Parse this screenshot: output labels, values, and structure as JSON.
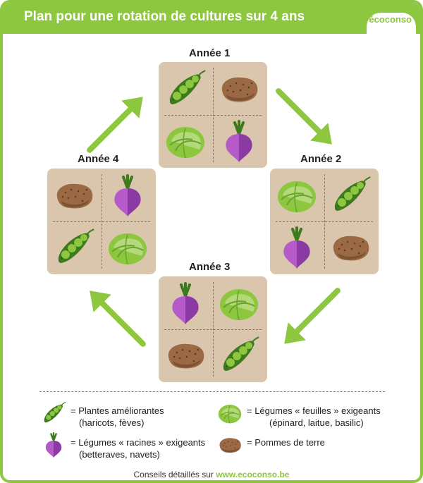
{
  "header": {
    "title": "Plan pour une rotation de cultures sur 4 ans",
    "logo": "écoconso"
  },
  "years": [
    {
      "label": "Année 1",
      "cells": [
        "peas",
        "potato",
        "cabbage",
        "turnip"
      ]
    },
    {
      "label": "Année 2",
      "cells": [
        "cabbage",
        "peas",
        "turnip",
        "potato"
      ]
    },
    {
      "label": "Année 3",
      "cells": [
        "turnip",
        "cabbage",
        "potato",
        "peas"
      ]
    },
    {
      "label": "Année 4",
      "cells": [
        "potato",
        "turnip",
        "peas",
        "cabbage"
      ]
    }
  ],
  "legend": {
    "peas": {
      "line1": "= Plantes améliorantes",
      "line2": "(haricots, fèves)",
      "icon": "pea-pod-icon"
    },
    "cabbage": {
      "line1": "= Légumes « feuilles » exigeants",
      "line2": "(épinard, laitue, basilic)",
      "icon": "cabbage-icon"
    },
    "turnip": {
      "line1": "= Légumes « racines » exigeants",
      "line2": "(betteraves, navets)",
      "icon": "turnip-icon"
    },
    "potato": {
      "line1": "= Pommes de terre",
      "icon": "potato-icon"
    }
  },
  "footer": {
    "text": "Conseils détaillés sur",
    "link": "www.ecoconso.be"
  },
  "colors": {
    "accent": "#8dc63f",
    "board": "#d9c6ac"
  }
}
